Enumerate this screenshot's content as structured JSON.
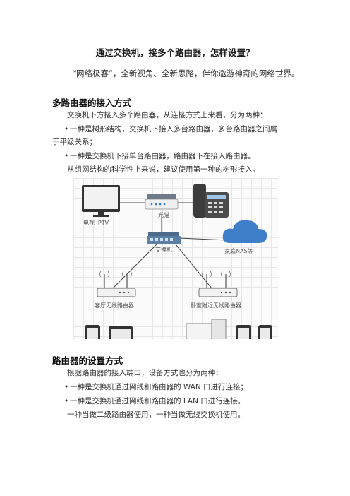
{
  "title": "通过交换机，接多个路由器，怎样设置？",
  "subtitle": "“网络极客”，全新视角、全新思路，伴你遨游神奇的网络世界。",
  "section1": {
    "heading": "多路由器的接入方式",
    "intro": "交换机下方接入多个路由器，从连接方式上来看，分为两种：",
    "bullet1_line1": "一种是树形结构，交换机下接入多台路由器，多台路由器之间属",
    "bullet1_line2": "于平级关系；",
    "bullet2": "一种是交换机下接单台路由器，路由器下在接入路由器。",
    "conclusion": "从组网结构的科学性上来说，建议使用第一种的树形接入。"
  },
  "diagram": {
    "tv_label": "电视 IPTV",
    "modem_label": "光猫",
    "switch_label": "交换机",
    "nas_label": "家庭NAS等",
    "router_left_label": "客厅无线路由器",
    "router_right_label": "卧室附近无线路由器"
  },
  "section2": {
    "heading": "路由器的设置方式",
    "intro": "根据路由器的接入端口，设备方式也分为两种：",
    "bullet1": "一种是交换机通过网线和路由器的 WAN 口进行连接；",
    "bullet2": "一种是交换机通过网线和路由器的 LAN 口进行连接。",
    "conclusion": "一种当做二级路由器使用，一种当做无线交换机使用。"
  }
}
